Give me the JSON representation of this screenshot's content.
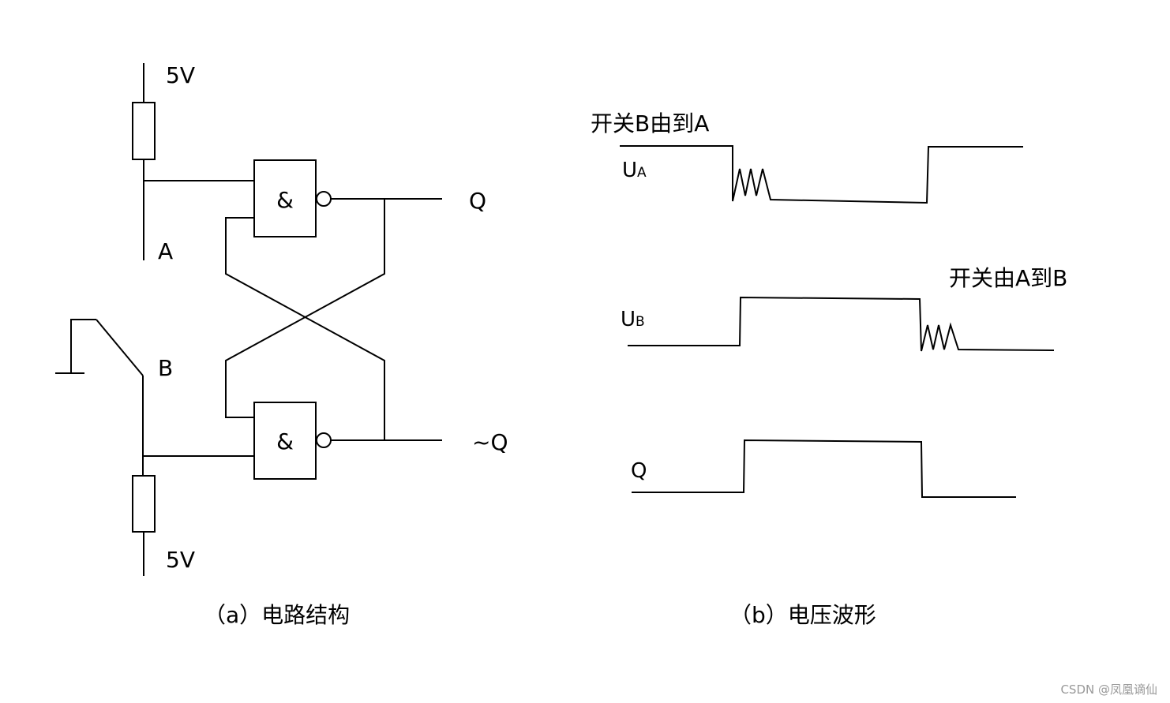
{
  "circuit": {
    "supply_top": "5V",
    "supply_bottom": "5V",
    "input_a": "A",
    "input_b": "B",
    "gate_top_symbol": "&",
    "gate_bottom_symbol": "&",
    "output_q": "Q",
    "output_q_bar": "~Q",
    "caption": "（a）电路结构"
  },
  "waveforms": {
    "annotation_b_to_a": "开关B由到A",
    "annotation_a_to_b": "开关由A到B",
    "ua": {
      "main": "U",
      "sub": "A"
    },
    "ub": {
      "main": "U",
      "sub": "B"
    },
    "q": "Q",
    "caption": "（b）电压波形"
  },
  "watermark": "CSDN @凤凰谪仙",
  "colors": {
    "ink": "#000000",
    "background": "#ffffff",
    "watermark": "#999999"
  }
}
